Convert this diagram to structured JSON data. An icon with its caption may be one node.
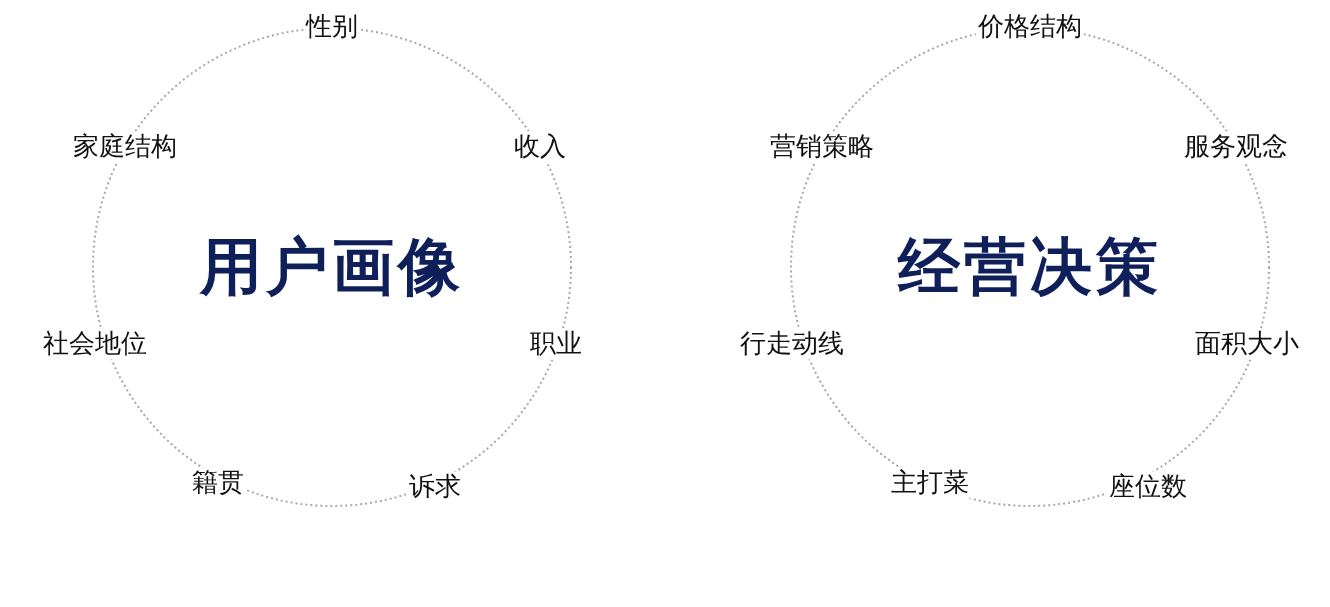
{
  "diagram": {
    "nodes": [
      {
        "text": [
          "性别",
          "家庭结构",
          "收入",
          "用户画像",
          "社会地位",
          "职业",
          "籍贯",
          "诉求"
        ]
      },
      {
        "text": [
          "价格结构",
          "营销策略",
          "服务观念",
          "经营决策",
          "行走动线",
          "面积大小",
          "主打菜",
          "座位数"
        ]
      }
    ]
  }
}
